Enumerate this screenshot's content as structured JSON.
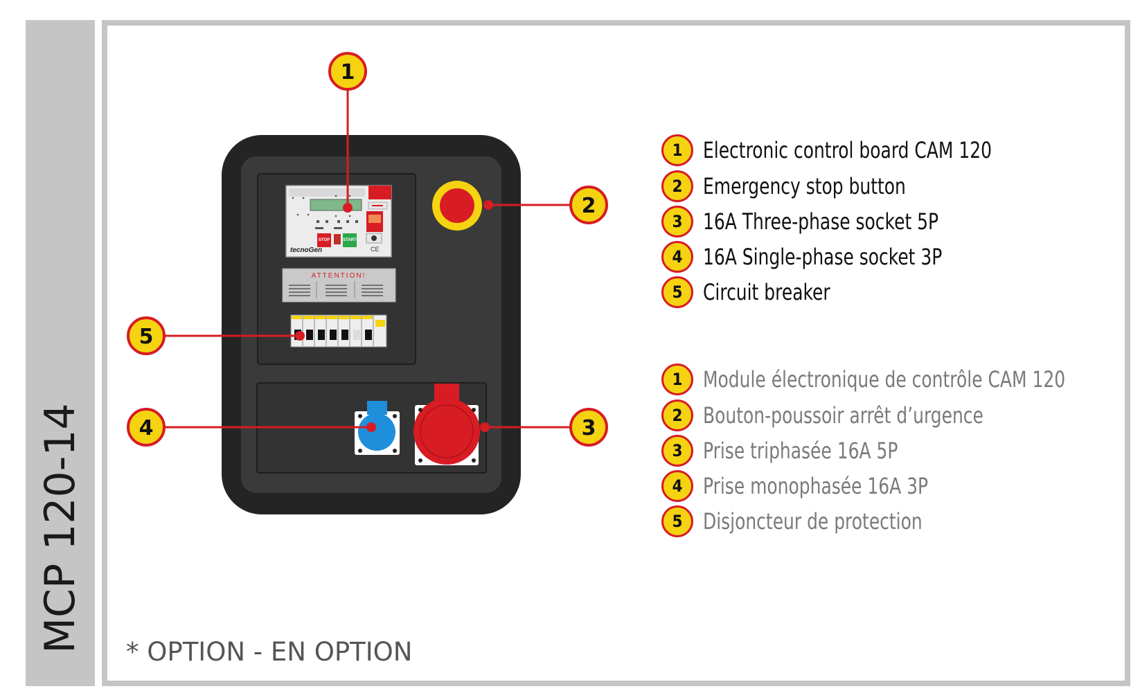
{
  "model": "MCP 120-14",
  "option_note": "* OPTION - EN OPTION",
  "legend_en": [
    {
      "num": "1",
      "text": "Electronic control board CAM 120"
    },
    {
      "num": "2",
      "text": "Emergency stop button"
    },
    {
      "num": "3",
      "text": "16A Three-phase socket 5P"
    },
    {
      "num": "4",
      "text": "16A Single-phase socket 3P"
    },
    {
      "num": "5",
      "text": "Circuit breaker"
    }
  ],
  "legend_fr": [
    {
      "num": "1",
      "text": "Module électronique de contrôle CAM 120"
    },
    {
      "num": "2",
      "text": "Bouton-poussoir arrêt d’urgence"
    },
    {
      "num": "3",
      "text": "Prise triphasée 16A 5P"
    },
    {
      "num": "4",
      "text": "Prise monophasée 16A 3P"
    },
    {
      "num": "5",
      "text": "Disjoncteur de protection"
    }
  ],
  "callouts": [
    {
      "num": "1",
      "target": "control-board"
    },
    {
      "num": "2",
      "target": "emergency-stop"
    },
    {
      "num": "3",
      "target": "three-phase-socket"
    },
    {
      "num": "4",
      "target": "single-phase-socket"
    },
    {
      "num": "5",
      "target": "circuit-breaker"
    }
  ],
  "panel": {
    "attention_label": "ATTENTION!",
    "board_brand": "tecnoGen",
    "board_stop_label": "STOP",
    "board_start_label": "START",
    "board_ce_mark": "CE"
  },
  "colors": {
    "badge_fill": "#f5d311",
    "badge_ring": "#d71c24",
    "leader_line": "#d71c24",
    "panel_outer": "#242424",
    "panel_inner": "#3a3a3a",
    "frame_gray": "#c5c5c5",
    "fr_text": "#7a7a7a",
    "single_phase_blue": "#1f8fdc",
    "three_phase_red": "#d71c24"
  }
}
